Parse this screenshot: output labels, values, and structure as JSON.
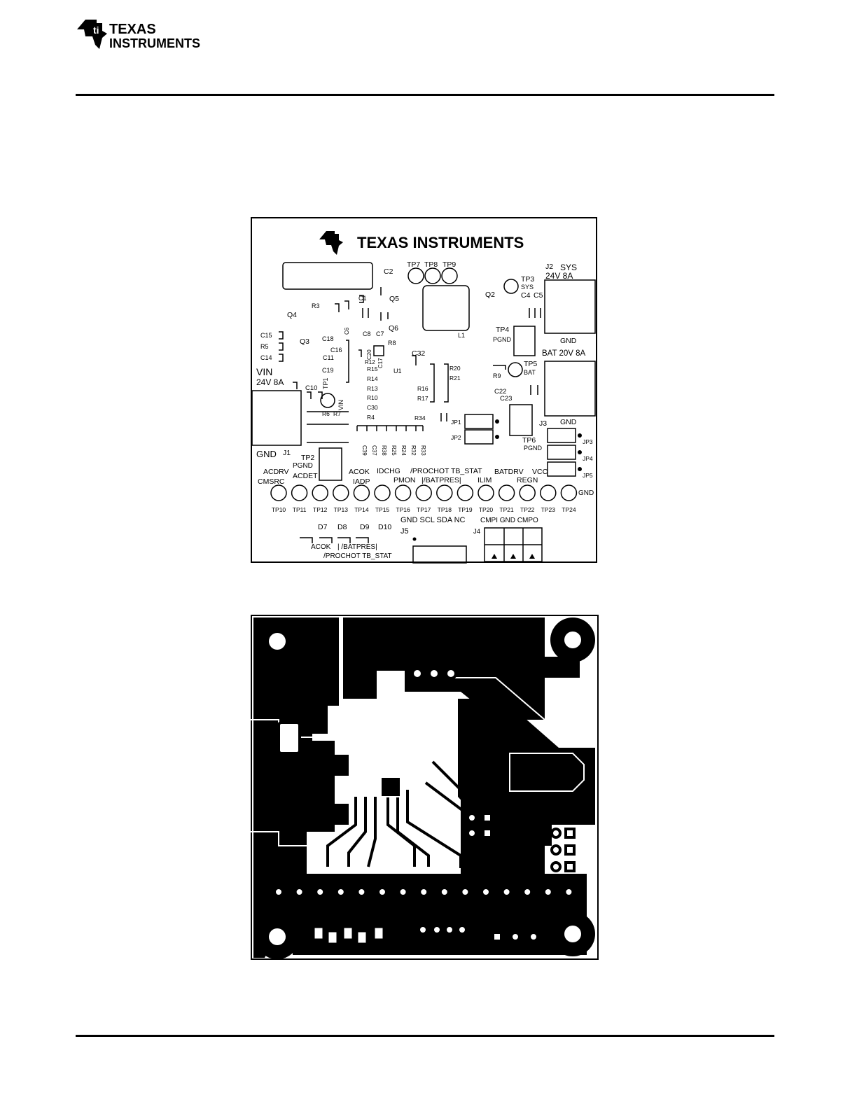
{
  "header": {
    "logo_line1": "TEXAS",
    "logo_line2": "INSTRUMENTS"
  },
  "silkscreen": {
    "logo_text": "TEXAS INSTRUMENTS",
    "labels": {
      "c2": "C2",
      "tp7": "TP7",
      "tp8": "TP8",
      "tp9": "TP9",
      "j2": "J2",
      "sys": "SYS",
      "v24_8a_top": "24V 8A",
      "tp3": "TP3",
      "tp3_sys": "SYS",
      "q2": "Q2",
      "c4": "C4",
      "c5": "C5",
      "c1": "C1",
      "q5": "Q5",
      "r3": "R3",
      "q4": "Q4",
      "c6": "C6",
      "c8": "C8",
      "c7": "C7",
      "q6": "Q6",
      "l1": "L1",
      "tp4": "TP4",
      "pgnd_tp4": "PGND",
      "gnd_j2": "GND",
      "c15": "C15",
      "c18": "C18",
      "r5": "R5",
      "q3": "Q3",
      "c16": "C16",
      "r8": "R8",
      "c14": "C14",
      "c11": "C11",
      "c20": "C20",
      "r12": "R12",
      "c17": "C17",
      "c32": "C32",
      "bat_20v_8a": "BAT 20V 8A",
      "vin": "VIN",
      "v24_8a_left": "24V 8A",
      "c19": "C19",
      "r15": "R15",
      "u1": "U1",
      "r14": "R14",
      "r20": "R20",
      "r21": "R21",
      "r9": "R9",
      "tp5": "TP5",
      "tp5_bat": "BAT",
      "c10": "C10",
      "tp1": "TP1",
      "vin_vertical": "VIN",
      "r13": "R13",
      "r16": "R16",
      "c22": "C22",
      "c23": "C23",
      "r10": "R10",
      "r17": "R17",
      "c30": "C30",
      "r6": "R6",
      "r7": "R7",
      "r4": "R4",
      "r34": "R34",
      "jp1": "JP1",
      "j3": "J3",
      "gnd_j3": "GND",
      "jp2": "JP2",
      "tp6": "TP6",
      "pgnd_tp6": "PGND",
      "jp3": "JP3",
      "jp4": "JP4",
      "jp5": "JP5",
      "c39": "C39",
      "c37": "C37",
      "r38": "R38",
      "r25": "R25",
      "r24": "R24",
      "r32": "R32",
      "r33": "R33",
      "gnd_j1": "GND",
      "j1": "J1",
      "tp2": "TP2",
      "pgnd_tp2": "PGND",
      "acdrv": "ACDRV",
      "cmsrc": "CMSRC",
      "acdet": "ACDET",
      "acok": "ACOK",
      "iadp": "IADP",
      "idchg": "IDCHG",
      "pmon": "PMON",
      "prochot_tbstat": "/PROCHOT TB_STAT",
      "batpres": "|/BATPRES|",
      "ilim": "ILIM",
      "batdrv": "BATDRV",
      "regn": "REGN",
      "vcc": "VCC",
      "gnd_right": "GND",
      "d7": "D7",
      "d8": "D8",
      "d9": "D9",
      "d10": "D10",
      "gnd_scl_sda_nc": "GND SCL SDA NC",
      "j5": "J5",
      "j4": "J4",
      "cmpi_gnd_cmpo": "CMPI GND CMPO",
      "acok_led": "ACOK",
      "batpres_led": "| /BATPRES|",
      "prochot_led": "/PROCHOT TB_STAT"
    },
    "test_points": [
      "TP10",
      "TP11",
      "TP12",
      "TP13",
      "TP14",
      "TP15",
      "TP16",
      "TP17",
      "TP18",
      "TP19",
      "TP20",
      "TP21",
      "TP22",
      "TP23",
      "TP24"
    ]
  }
}
